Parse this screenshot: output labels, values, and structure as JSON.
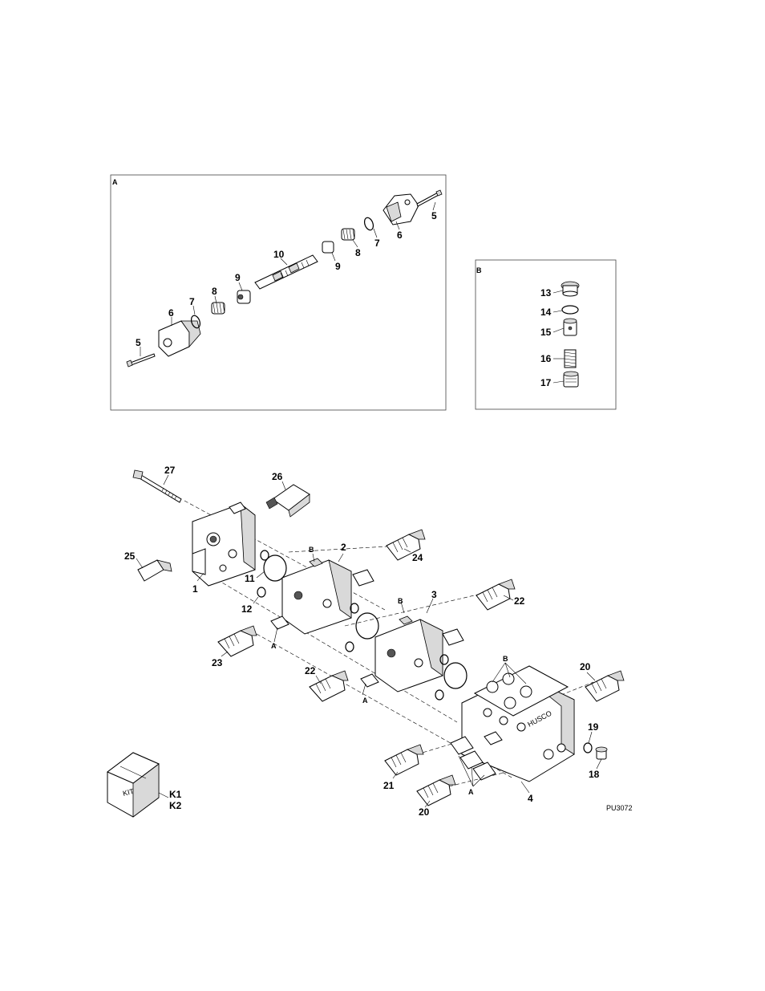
{
  "detail_a": {
    "label": "A"
  },
  "detail_b": {
    "label": "B"
  },
  "callouts": {
    "c1": "1",
    "c2": "2",
    "c3": "3",
    "c4": "4",
    "c5a": "5",
    "c5b": "5",
    "c6a": "6",
    "c6b": "6",
    "c7a": "7",
    "c7b": "7",
    "c8a": "8",
    "c8b": "8",
    "c9a": "9",
    "c9b": "9",
    "c10": "10",
    "c11": "11",
    "c12": "12",
    "c13": "13",
    "c14": "14",
    "c15": "15",
    "c16": "16",
    "c17": "17",
    "c18": "18",
    "c19": "19",
    "c20a": "20",
    "c20b": "20",
    "c21": "21",
    "c22a": "22",
    "c22b": "22",
    "c23": "23",
    "c24": "24",
    "c25": "25",
    "c26": "26",
    "c27": "27",
    "ck1": "K1",
    "ck2": "K2"
  },
  "markers": {
    "a1": "A",
    "a2": "A",
    "a3": "A",
    "b1": "B",
    "b2": "B",
    "b3": "B"
  },
  "kit_label": "KIT",
  "brand_text": "HUSCO",
  "figure_id": "PU3072"
}
